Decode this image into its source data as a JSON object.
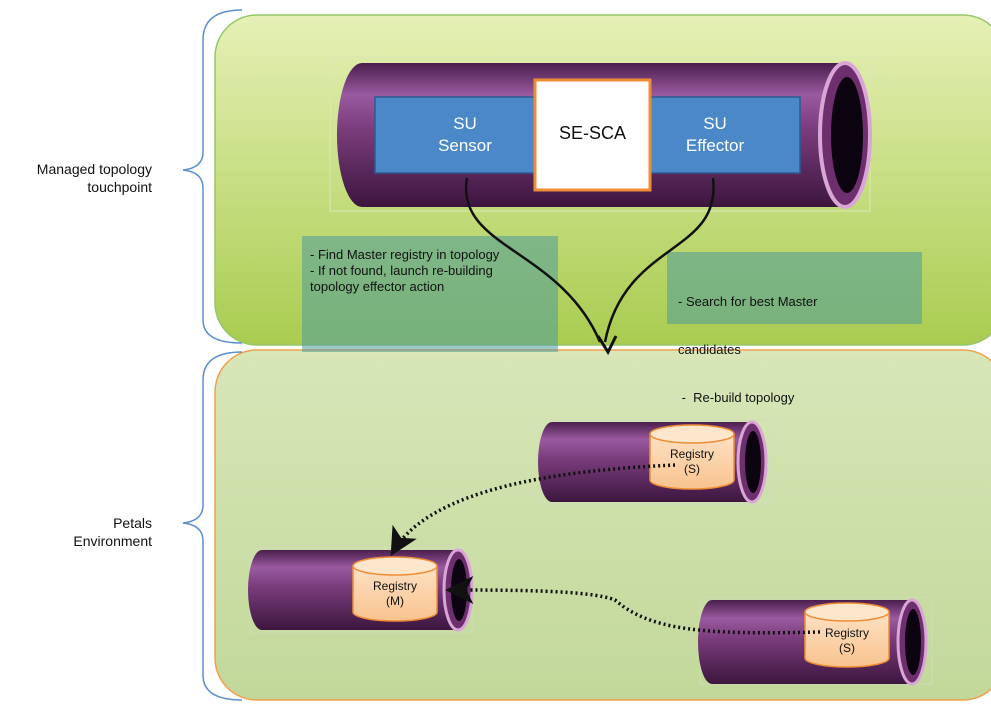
{
  "side_labels": {
    "top": [
      "Managed topology",
      "touchpoint"
    ],
    "bottom": [
      "Petals",
      "Environment"
    ]
  },
  "top_bus": {
    "su_sensor": [
      "SU",
      "Sensor"
    ],
    "se_sca": "SE-SCA",
    "su_effector": [
      "SU",
      "Effector"
    ]
  },
  "notes": {
    "left": [
      "- Find Master registry in topology",
      "- If not found, launch re-building",
      "topology effector action"
    ],
    "right": [
      "- Search for best Master",
      "candidates",
      " -  Re-build topology"
    ]
  },
  "registries": {
    "slave_top": [
      "Registry",
      "(S)"
    ],
    "master": [
      "Registry",
      "(M)"
    ],
    "slave_bottom": [
      "Registry",
      "(S)"
    ]
  },
  "colors": {
    "top_panel": "#c8e08a",
    "bottom_panel": "#c6dba0",
    "bus_purple": "#7a3a78",
    "bus_ring": "#d9a6d6",
    "box_blue": "#4a88c7",
    "registry_fill": "#fbd2a8",
    "registry_stroke": "#ef8d35",
    "bracket": "#5b8fd0"
  }
}
